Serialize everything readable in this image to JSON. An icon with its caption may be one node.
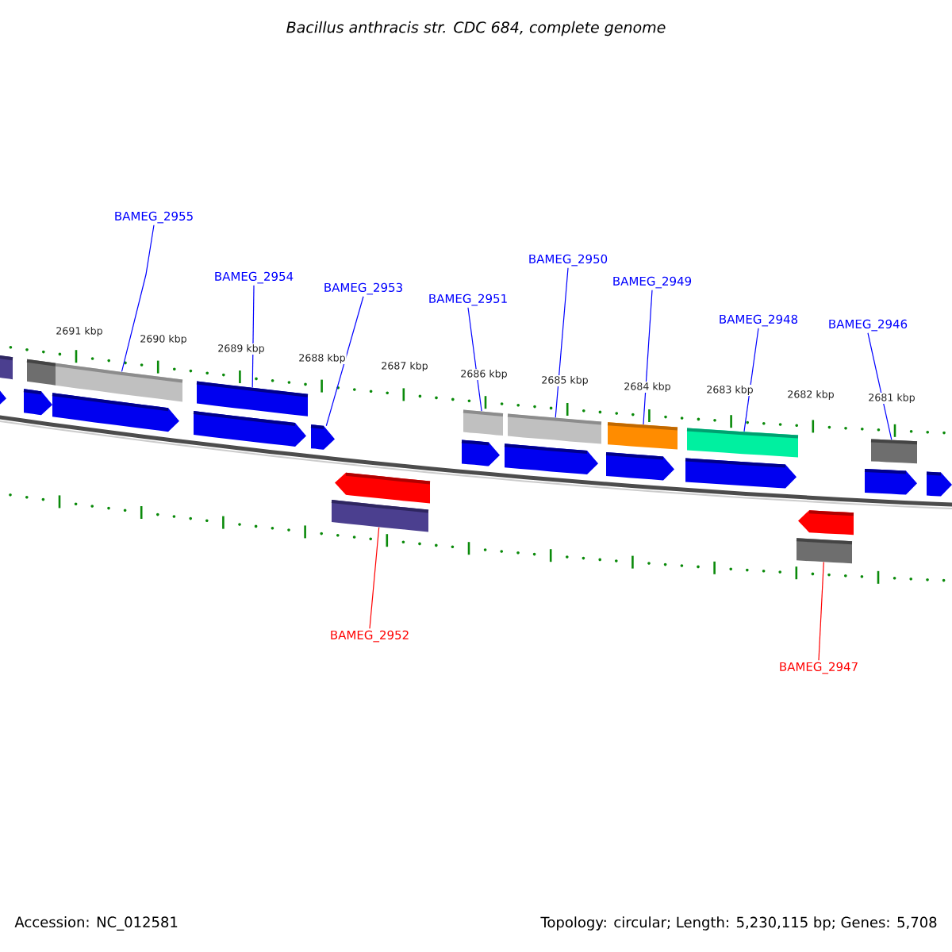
{
  "diagram": {
    "title": "Bacillus anthracis str. CDC 684, complete genome",
    "nodes": [
      {
        "text": [
          "BAMEG_2955"
        ]
      },
      {
        "text": [
          "BAMEG_2954"
        ]
      },
      {
        "text": [
          "BAMEG_2953"
        ]
      },
      {
        "text": [
          "BAMEG_2951"
        ]
      },
      {
        "text": [
          "BAMEG_2950"
        ]
      },
      {
        "text": [
          "BAMEG_2949"
        ]
      },
      {
        "text": [
          "BAMEG_2948"
        ]
      },
      {
        "text": [
          "BAMEG_2946"
        ]
      },
      {
        "text": [
          "BAMEG_2952"
        ]
      },
      {
        "text": [
          "BAMEG_2947"
        ]
      },
      {
        "text": [],
        "shape": "box"
      },
      {
        "text": [],
        "shape": "box"
      },
      {
        "text": [],
        "shape": "box"
      },
      {
        "text": [],
        "shape": "box"
      },
      {
        "text": [],
        "shape": "box"
      },
      {
        "text": [],
        "shape": "box"
      },
      {
        "text": [],
        "shape": "box"
      },
      {
        "text": [],
        "shape": "box"
      },
      {
        "text": [],
        "shape": "box"
      },
      {
        "text": [],
        "shape": "arrow"
      },
      {
        "text": [],
        "shape": "arrow"
      },
      {
        "text": [],
        "shape": "arrow"
      },
      {
        "text": [],
        "shape": "arrow"
      },
      {
        "text": [],
        "shape": "arrow"
      },
      {
        "text": [],
        "shape": "arrow"
      },
      {
        "text": [],
        "shape": "arrow"
      },
      {
        "text": [],
        "shape": "arrow"
      },
      {
        "text": [],
        "shape": "arrow"
      },
      {
        "text": [],
        "shape": "arrow"
      },
      {
        "text": [],
        "shape": "arrow"
      },
      {
        "text": [],
        "shape": "arrow"
      },
      {
        "text": [],
        "shape": "arrow"
      },
      {
        "text": [],
        "shape": "box"
      },
      {
        "text": [],
        "shape": "box"
      }
    ],
    "edges": [
      {
        "from": 0,
        "to": 12,
        "arrow": "none"
      },
      {
        "from": 1,
        "to": 13,
        "arrow": "none"
      },
      {
        "from": 2,
        "to": 23,
        "arrow": "none"
      },
      {
        "from": 3,
        "to": 14,
        "arrow": "none"
      },
      {
        "from": 4,
        "to": 15,
        "arrow": "none"
      },
      {
        "from": 5,
        "to": 16,
        "arrow": "none"
      },
      {
        "from": 6,
        "to": 17,
        "arrow": "none"
      },
      {
        "from": 7,
        "to": 18,
        "arrow": "none"
      },
      {
        "from": 8,
        "to": 32,
        "arrow": "none",
        "color": "#ff0000"
      },
      {
        "from": 9,
        "to": 33,
        "arrow": "none",
        "color": "#ff0000"
      }
    ],
    "labels": [
      "2691 kbp",
      "2690 kbp",
      "2689 kbp",
      "2688 kbp",
      "2687 kbp",
      "2686 kbp",
      "2685 kbp",
      "2684 kbp",
      "2683 kbp",
      "2682 kbp",
      "2681 kbp",
      "Accession: NC_012581",
      "Topology: circular; Length: 5,230,115 bp; Genes: 5,708"
    ]
  }
}
